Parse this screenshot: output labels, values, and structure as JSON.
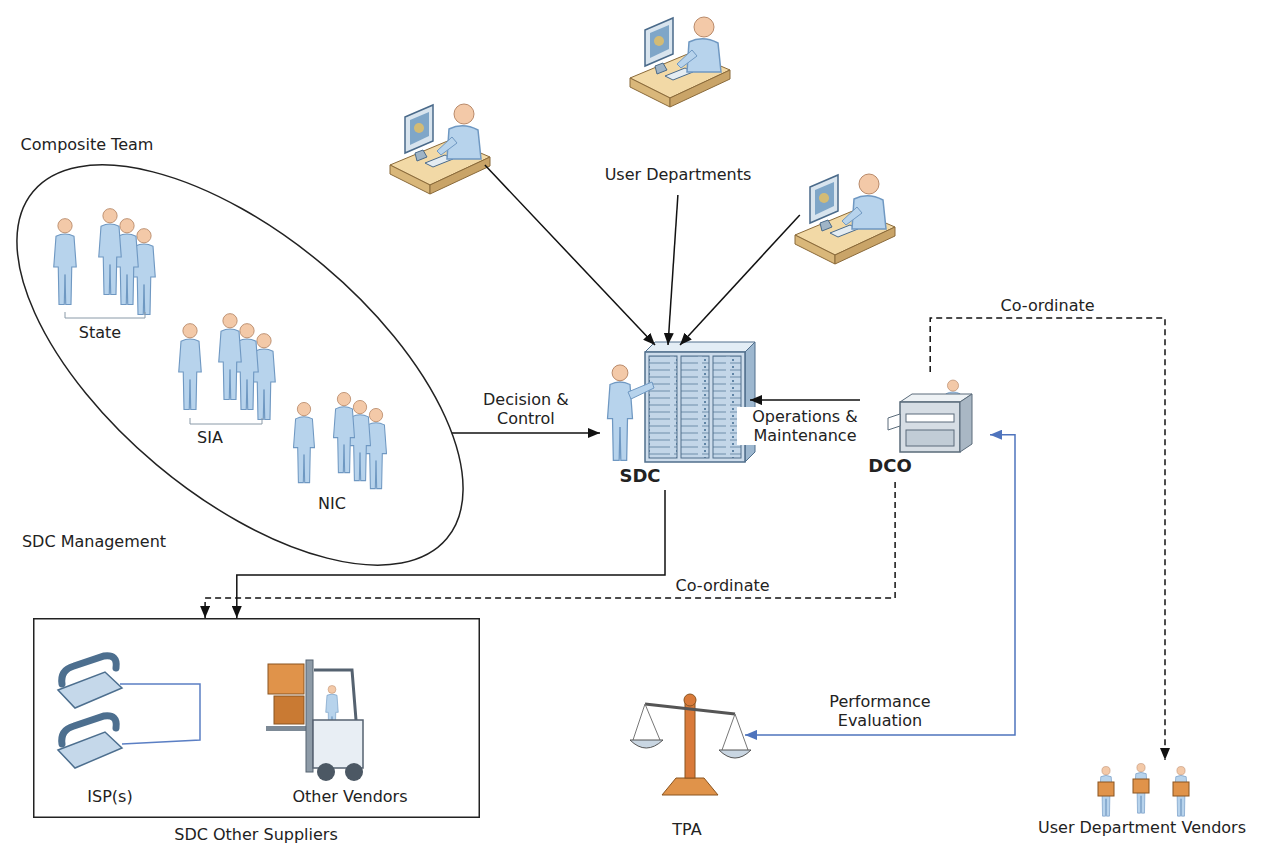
{
  "diagram": {
    "nodes": [
      {
        "text": [
          "Composite Team",
          "SDC Management"
        ]
      },
      {
        "text": [
          "State"
        ],
        "in": 0
      },
      {
        "text": [
          "SIA"
        ],
        "in": 0
      },
      {
        "text": [
          "NIC"
        ],
        "in": 0
      },
      {
        "text": [
          "User Departments"
        ]
      },
      {
        "text": [
          "SDC"
        ]
      },
      {
        "text": [
          "DCO"
        ]
      },
      {
        "text": [
          "SDC Other Suppliers"
        ]
      },
      {
        "text": [
          "ISP(s)"
        ],
        "in": 7
      },
      {
        "text": [
          "Other Vendors"
        ],
        "in": 7
      },
      {
        "text": [
          "TPA"
        ]
      },
      {
        "text": [
          "User Department Vendors"
        ]
      }
    ],
    "edges": [
      {
        "from": 0,
        "to": 5,
        "label": "Decision & Control",
        "arrow": "to"
      },
      {
        "from": 4,
        "to": 5,
        "arrow": "to"
      },
      {
        "from": 4,
        "to": 5,
        "arrow": "to"
      },
      {
        "from": 4,
        "to": 5,
        "arrow": "to"
      },
      {
        "from": 6,
        "to": 5,
        "label": "Operations & Maintenance",
        "arrow": "to"
      },
      {
        "from": 5,
        "to": 7,
        "arrow": "to"
      },
      {
        "from": 6,
        "to": 7,
        "label": "Co-ordinate",
        "arrow": "to"
      },
      {
        "from": 6,
        "to": 11,
        "label": "Co-ordinate",
        "arrow": "to"
      },
      {
        "from": 6,
        "to": 10,
        "label": "Performance Evaluation",
        "arrow": "both"
      }
    ]
  }
}
